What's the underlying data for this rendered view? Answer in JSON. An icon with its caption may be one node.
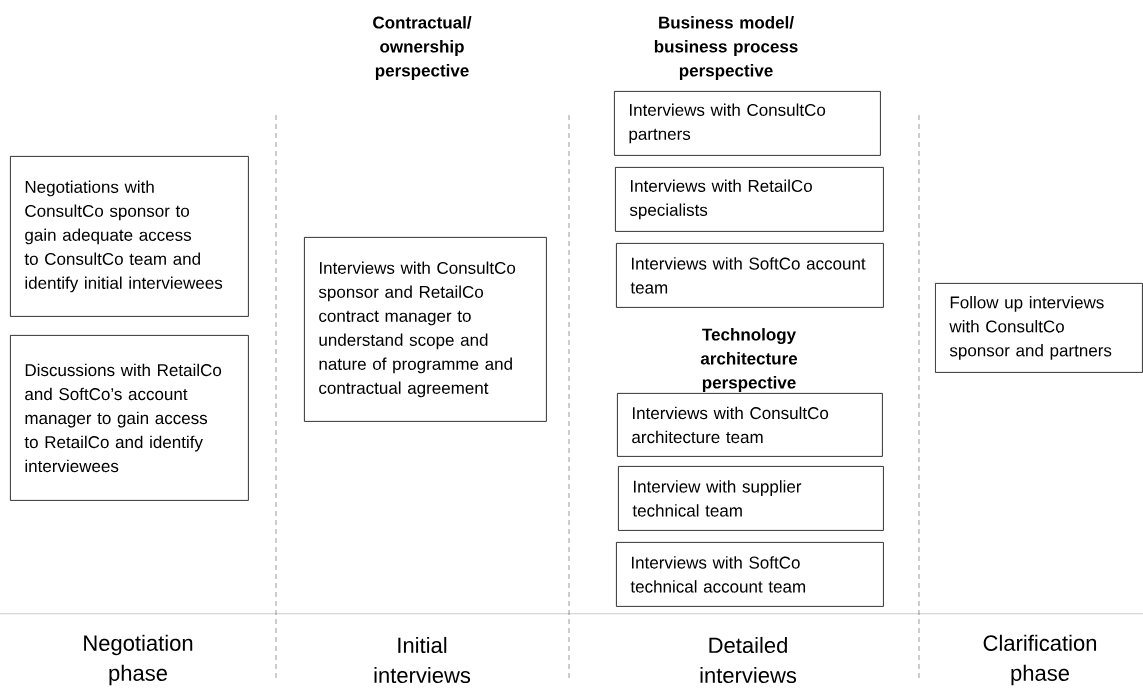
{
  "diagram": {
    "nodes": [
      {
        "text": [
          "Negotiations with ConsultCo sponsor to gain adequate access to ConsultCo team and identify initial interviewees"
        ]
      },
      {
        "text": [
          "Discussions with RetailCo and SoftCo’s account manager to gain access to RetailCo and identify interviewees"
        ]
      },
      {
        "text": [
          "Interviews with ConsultCo sponsor and RetailCo contract manager to understand scope and nature of programme and contractual agreement"
        ]
      },
      {
        "text": [
          "Interviews with ConsultCo partners"
        ]
      },
      {
        "text": [
          "Interviews with RetailCo specialists"
        ]
      },
      {
        "text": [
          "Interviews with SoftCo account team"
        ]
      },
      {
        "text": [
          "Interviews with ConsultCo architecture team"
        ]
      },
      {
        "text": [
          "Interview with supplier technical team"
        ]
      },
      {
        "text": [
          "Interviews with SoftCo technical account team"
        ]
      },
      {
        "text": [
          "Follow up interviews with ConsultCo sponsor and partners"
        ]
      }
    ],
    "labels": [
      "Contractual/ ownership perspective",
      "Business model/ business process perspective",
      "Technology architecture perspective",
      "Negotiation phase",
      "Initial interviews",
      "Detailed interviews",
      "Clarification phase"
    ]
  }
}
